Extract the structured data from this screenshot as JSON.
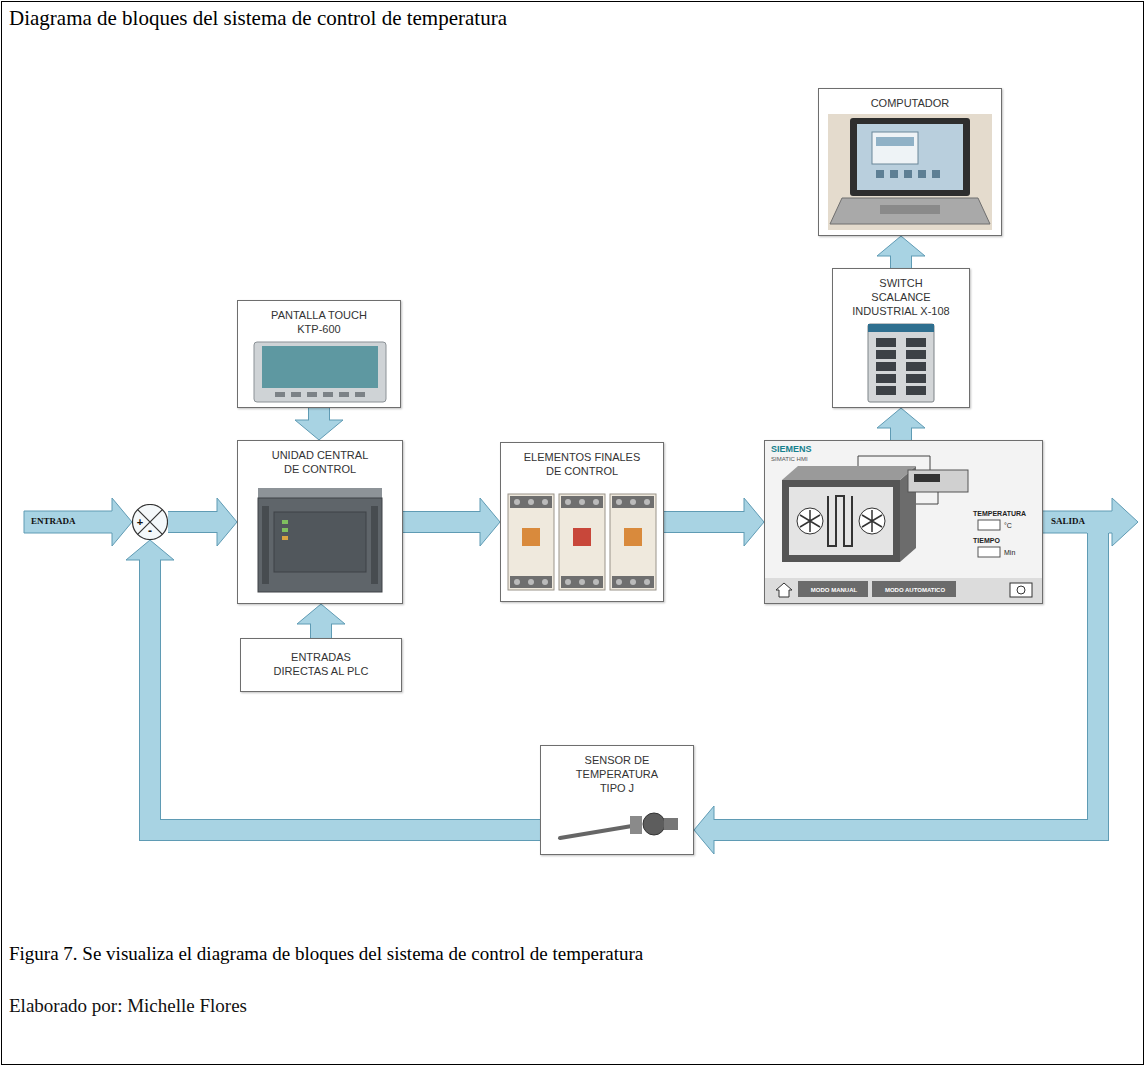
{
  "diagram": {
    "title": "Diagrama de bloques del sistema de control de temperatura",
    "caption": "Figura 7. Se visualiza el diagrama de bloques del sistema de control de temperatura",
    "nodes": [
      {
        "text": [
          "COMPUTADOR"
        ]
      },
      {
        "text": [
          "SWITCH SCALANCE INDUSTRIAL X-108"
        ]
      },
      {
        "text": [
          "PANTALLA TOUCH KTP-600"
        ]
      },
      {
        "text": [
          "+",
          "-"
        ]
      },
      {
        "text": [
          "UNIDAD CENTRAL DE CONTROL"
        ]
      },
      {
        "text": [
          "ELEMENTOS FINALES DE CONTROL"
        ]
      },
      {
        "text": [
          "SIEMENS",
          "SIMATIC HMI",
          "TEMPERATURA",
          "°C",
          "TIEMPO",
          "Min",
          "MODO MANUAL",
          "MODO AUTOMATICO"
        ]
      },
      {
        "text": [
          "ENTRADAS DIRECTAS AL PLC"
        ]
      },
      {
        "text": [
          "SENSOR DE TEMPERATURA TIPO J"
        ]
      }
    ],
    "edges": [
      {
        "from": 3,
        "to": 4,
        "arrow": "to"
      },
      {
        "from": 2,
        "to": 4,
        "arrow": "to"
      },
      {
        "from": 7,
        "to": 4,
        "arrow": "to"
      },
      {
        "from": 4,
        "to": 5,
        "arrow": "to"
      },
      {
        "from": 5,
        "to": 6,
        "arrow": "to"
      },
      {
        "from": 6,
        "to": 1,
        "arrow": "to"
      },
      {
        "from": 1,
        "to": 0,
        "arrow": "to"
      },
      {
        "from": 6,
        "to": 8,
        "arrow": "to"
      },
      {
        "from": 8,
        "to": 3,
        "arrow": "to"
      }
    ],
    "labels": [
      "ENTRADA",
      "SALIDA",
      "Elaborado por: Michelle Flores"
    ]
  }
}
